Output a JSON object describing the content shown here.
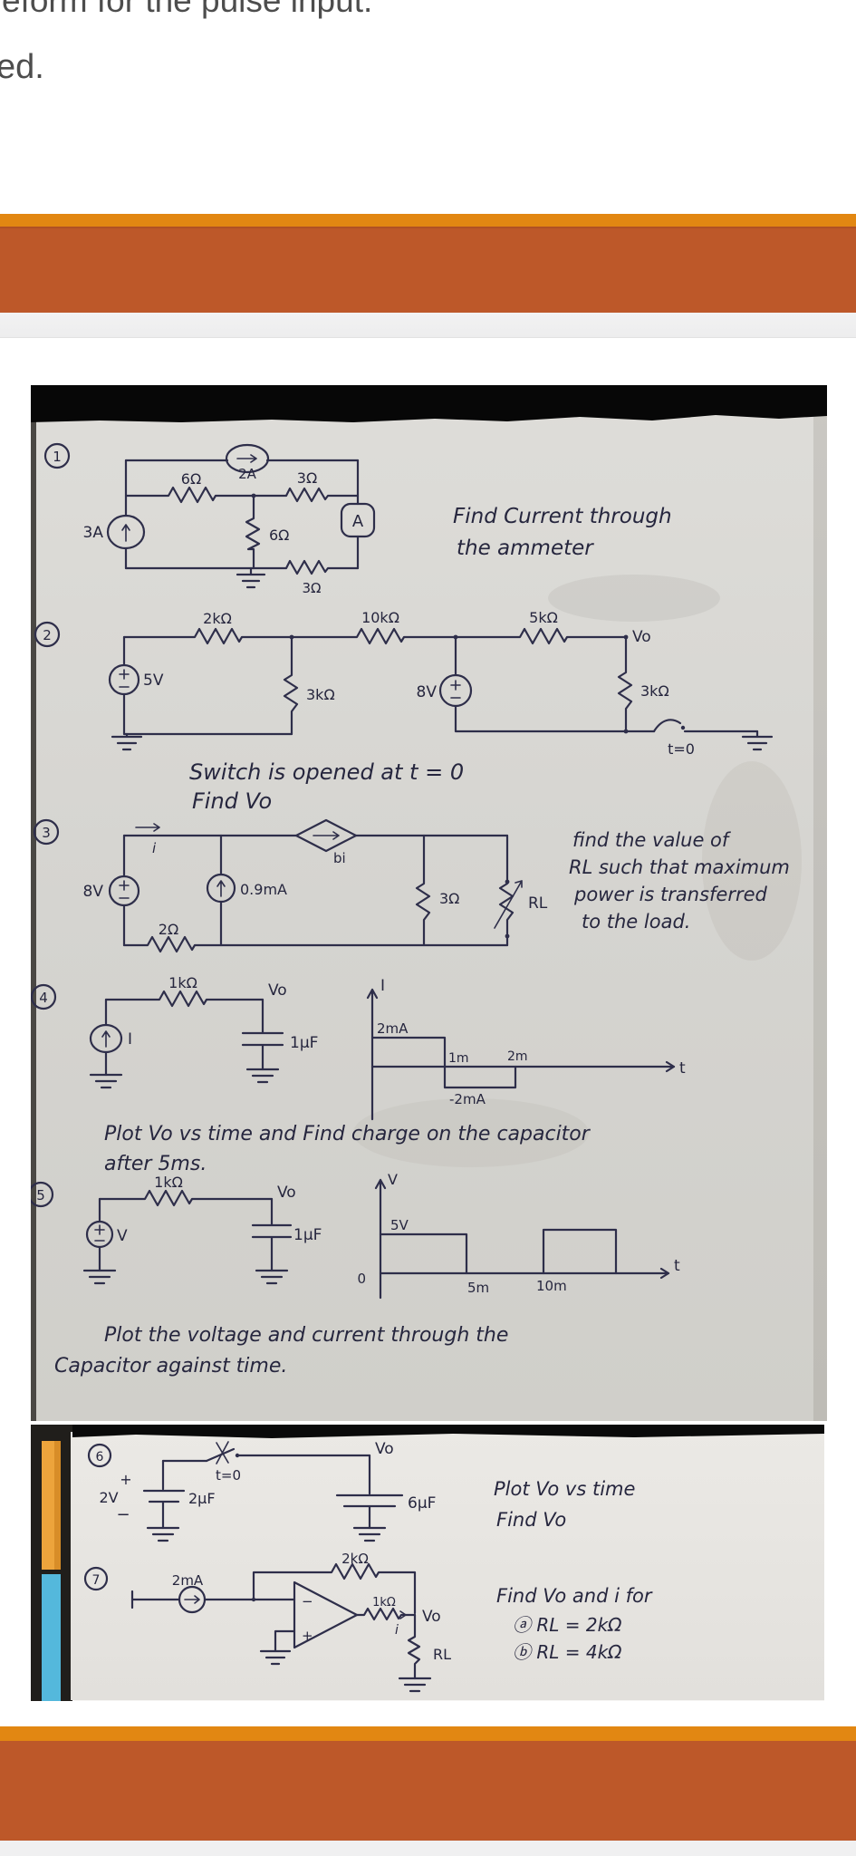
{
  "header": {
    "line1": "eform for the pulse input.",
    "line2": "ed."
  },
  "colors": {
    "accent_orange": "#e28712",
    "accent_rust": "#bd5829",
    "paper_photo1": "#d6d5d1",
    "paper_photo2": "#e8e6e2",
    "ink": "#2e2e4a"
  },
  "p1": {
    "num": "1",
    "src_top": "2A",
    "r_top_left": "6Ω",
    "r_top_right": "3Ω",
    "src_left": "3A",
    "r_mid": "6Ω",
    "r_bottom": "3Ω",
    "ammeter": "A",
    "task1": "Find Current through",
    "task2": "the ammeter"
  },
  "p2": {
    "num": "2",
    "r1": "2kΩ",
    "r2": "10kΩ",
    "r3": "5kΩ",
    "vo": "Vo",
    "v1": "5V",
    "r4": "3kΩ",
    "v2": "8V",
    "r5": "3kΩ",
    "sw": "t=0",
    "task1": "Switch is opened at t = 0",
    "task2": "Find Vo"
  },
  "p3": {
    "num": "3",
    "i": "i",
    "dep": "bi",
    "v": "8V",
    "isrc": "0.9mA",
    "r_bottom": "2Ω",
    "r": "3Ω",
    "rl": "RL",
    "task1": "find the value of",
    "task2": "RL such that maximum",
    "task3": "power is transferred",
    "task4": "to the load."
  },
  "p4": {
    "num": "4",
    "r": "1kΩ",
    "vo": "Vo",
    "cap": "1μF",
    "src": "I",
    "axis_y": "I",
    "axis_x": "t",
    "lvl_hi": "2mA",
    "lvl_lo": "-2mA",
    "t1": "1m",
    "t2": "2m",
    "task1": "Plot Vo vs time and Find charge on the capacitor",
    "task2": "after 5ms."
  },
  "p5": {
    "num": "5",
    "r": "1kΩ",
    "vo": "Vo",
    "cap": "1μF",
    "src": "V",
    "axis_y": "V",
    "axis_x": "t",
    "lvl": "5V",
    "zero": "0",
    "t1": "5m",
    "t2": "10m",
    "task1": "Plot the voltage and current through the",
    "task2": "Capacitor against time."
  },
  "p6": {
    "num": "6",
    "plus": "+",
    "v": "2V",
    "minus": "−",
    "c1": "2μF",
    "sw": "t=0",
    "vo": "Vo",
    "c2": "6μF",
    "task1": "Plot Vo vs time",
    "task2": "Find Vo"
  },
  "p7": {
    "num": "7",
    "isrc": "2mA",
    "rf": "2kΩ",
    "minus": "−",
    "plus": "+",
    "ro": "1kΩ",
    "cur": "i",
    "vo": "Vo",
    "rl": "RL",
    "task1": "Find Vo and i for",
    "task2": "ⓐ RL = 2kΩ",
    "task3": "ⓑ RL = 4kΩ"
  }
}
